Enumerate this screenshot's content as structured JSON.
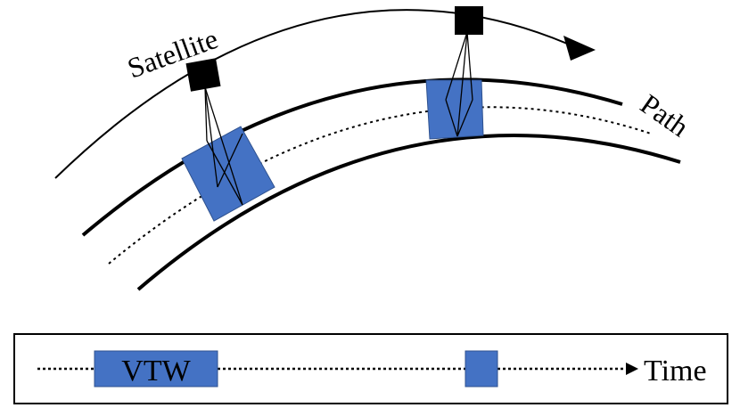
{
  "diagram": {
    "satellite_label": "Satellite",
    "path_label": "Path",
    "vtw_label": "VTW",
    "time_label": "Time",
    "colors": {
      "window_fill": "#4472c4",
      "window_stroke": "#2f528f",
      "line": "#000000",
      "satellite": "#000000"
    }
  }
}
